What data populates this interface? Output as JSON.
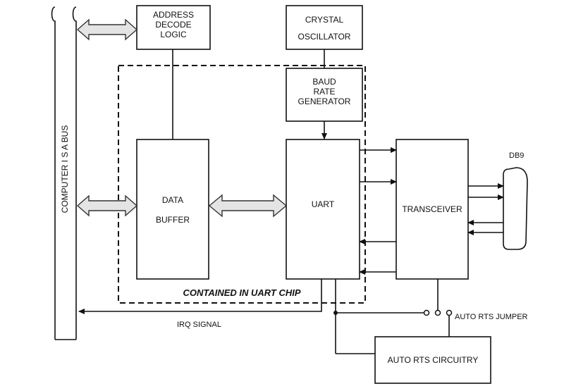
{
  "diagram": {
    "bus_label": "COMPUTER I S A BUS",
    "address_decode": [
      "ADDRESS",
      "DECODE",
      "LOGIC"
    ],
    "crystal": [
      "CRYSTAL",
      "OSCILLATOR"
    ],
    "baud": [
      "BAUD",
      "RATE",
      "GENERATOR"
    ],
    "data_buffer": [
      "DATA",
      "BUFFER"
    ],
    "uart": "UART",
    "transceiver": "TRANSCEIVER",
    "db9": "DB9",
    "contained": "CONTAINED IN UART CHIP",
    "irq": "IRQ SIGNAL",
    "auto_rts_jumper": "AUTO RTS JUMPER",
    "auto_rts_circuitry": "AUTO RTS CIRCUITRY"
  }
}
